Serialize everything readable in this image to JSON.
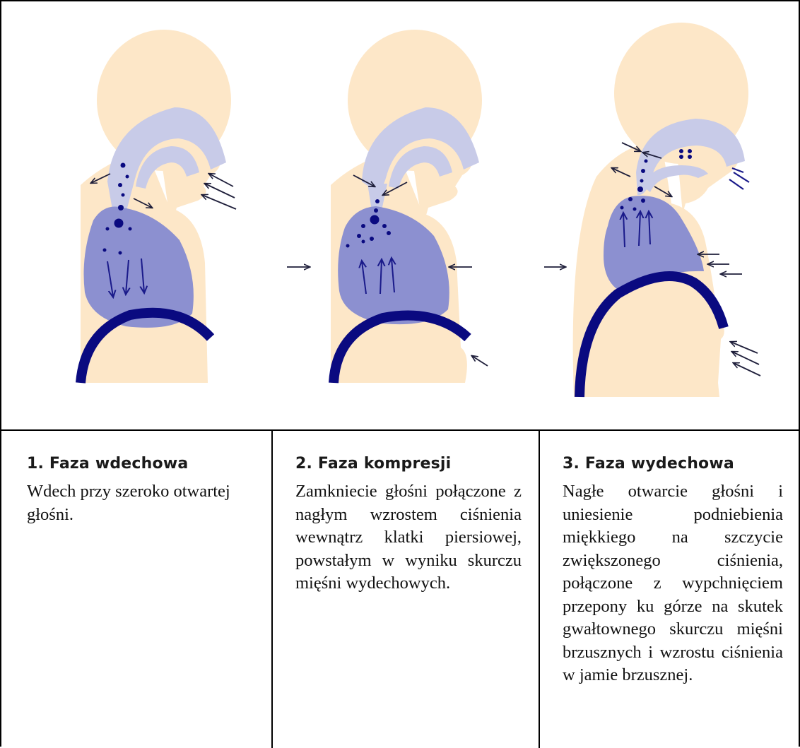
{
  "colors": {
    "skin": "#fde7c8",
    "airway": "#c8cbe8",
    "lung": "#8c90d0",
    "diaphragm": "#0a0a80",
    "particle": "#0a0a80",
    "arrow_dark": "#1e1e3a",
    "arrow_blue": "#1a1a8a"
  },
  "phases": [
    {
      "heading": "1.  Faza wdechowa",
      "text": "Wdech przy szeroko otwartej głośni."
    },
    {
      "heading": "2.  Faza kompresji",
      "text": "Zamkniecie głośni połą­czone z nagłym wzrostem ciśnienia wewnątrz klatki piersiowej, powstałym w wyniku skurczu mięśni wydechowych."
    },
    {
      "heading": "3.  Faza wydechowa",
      "text": "Nagłe otwarcie głośni i uniesienie podniebienia miękkiego na szczycie zwiększonego ciśnienia, połączone z wypchnię­ciem przepony ku górze na skutek gwałtownego skurczu mięśni brzusz­nych i wzrostu ciśnienia w jamie brzusznej."
    }
  ]
}
